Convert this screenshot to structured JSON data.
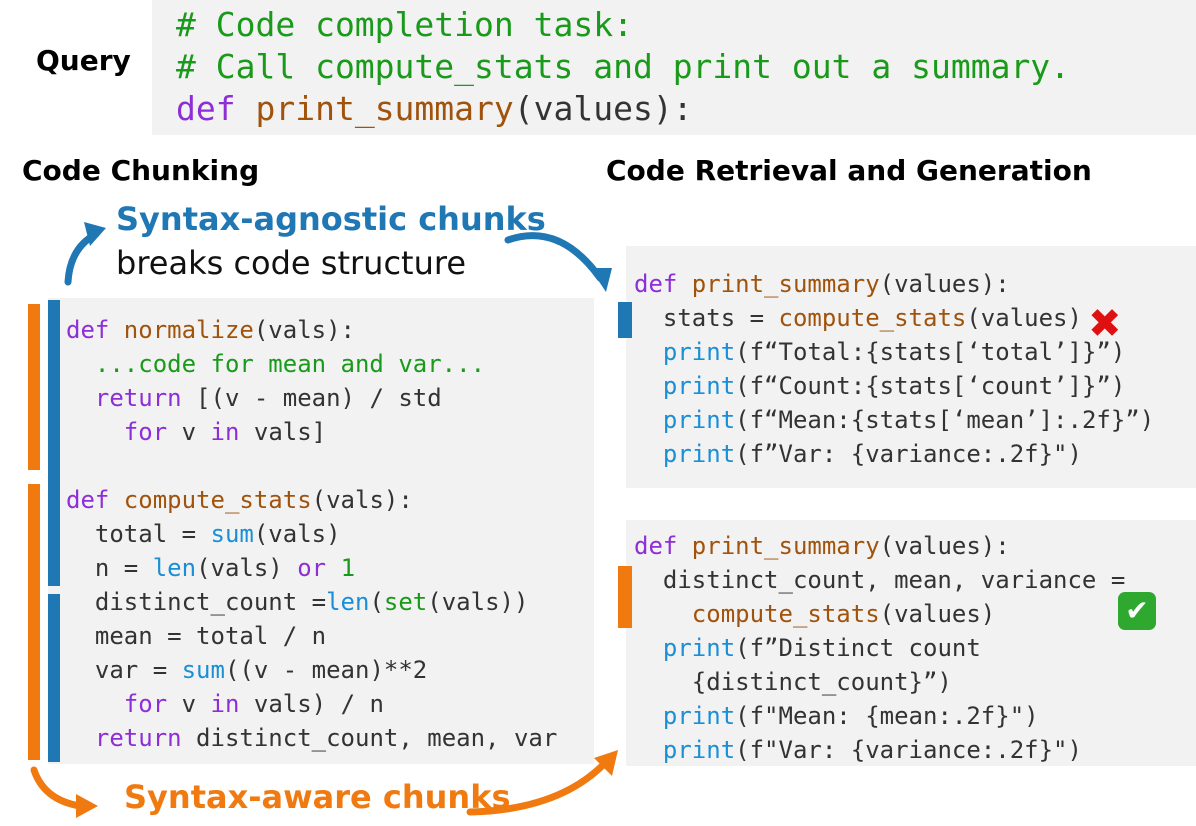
{
  "query": {
    "label": "Query",
    "lines": [
      [
        {
          "t": "# Code completion task:",
          "c": "cm"
        }
      ],
      [
        {
          "t": "# Call compute_stats and print out a summary.",
          "c": "cm"
        }
      ],
      [
        {
          "t": "def ",
          "c": "kw"
        },
        {
          "t": "print_summary",
          "c": "fn"
        },
        {
          "t": "(values):",
          "c": "tx"
        }
      ]
    ]
  },
  "chunking": {
    "heading": "Code Chunking",
    "agnostic_title": "Syntax-agnostic chunks",
    "agnostic_subtitle": "breaks code structure",
    "aware_title": "Syntax-aware chunks",
    "code_lines": [
      [
        {
          "t": "def ",
          "c": "kw"
        },
        {
          "t": "normalize",
          "c": "fn"
        },
        {
          "t": "(vals):",
          "c": "tx"
        }
      ],
      [
        {
          "t": "  ...code for mean and var...",
          "c": "cm"
        }
      ],
      [
        {
          "t": "  ",
          "c": "tx"
        },
        {
          "t": "return",
          "c": "kw"
        },
        {
          "t": " [(v - mean) / std",
          "c": "tx"
        }
      ],
      [
        {
          "t": "    ",
          "c": "tx"
        },
        {
          "t": "for",
          "c": "kw"
        },
        {
          "t": " v ",
          "c": "tx"
        },
        {
          "t": "in",
          "c": "kw"
        },
        {
          "t": " vals]",
          "c": "tx"
        }
      ],
      [],
      [
        {
          "t": "def ",
          "c": "kw"
        },
        {
          "t": "compute_stats",
          "c": "fn"
        },
        {
          "t": "(vals):",
          "c": "tx"
        }
      ],
      [
        {
          "t": "  total = ",
          "c": "tx"
        },
        {
          "t": "sum",
          "c": "bi"
        },
        {
          "t": "(vals)",
          "c": "tx"
        }
      ],
      [
        {
          "t": "  n = ",
          "c": "tx"
        },
        {
          "t": "len",
          "c": "bi"
        },
        {
          "t": "(vals) ",
          "c": "tx"
        },
        {
          "t": "or",
          "c": "kw"
        },
        {
          "t": " 1",
          "c": "nb"
        }
      ],
      [
        {
          "t": "  distinct_count =",
          "c": "tx"
        },
        {
          "t": "len",
          "c": "bi"
        },
        {
          "t": "(",
          "c": "tx"
        },
        {
          "t": "set",
          "c": "nb"
        },
        {
          "t": "(vals))",
          "c": "tx"
        }
      ],
      [
        {
          "t": "  mean = total / n",
          "c": "tx"
        }
      ],
      [
        {
          "t": "  var = ",
          "c": "tx"
        },
        {
          "t": "sum",
          "c": "bi"
        },
        {
          "t": "((v - mean)**2",
          "c": "tx"
        }
      ],
      [
        {
          "t": "    ",
          "c": "tx"
        },
        {
          "t": "for",
          "c": "kw"
        },
        {
          "t": " v ",
          "c": "tx"
        },
        {
          "t": "in",
          "c": "kw"
        },
        {
          "t": " vals) / n",
          "c": "tx"
        }
      ],
      [
        {
          "t": "  ",
          "c": "tx"
        },
        {
          "t": "return",
          "c": "kw"
        },
        {
          "t": " distinct_count, mean, var",
          "c": "tx"
        }
      ]
    ]
  },
  "retrieval": {
    "heading": "Code Retrieval and Generation",
    "bad_example_lines": [
      [
        {
          "t": "def ",
          "c": "kw"
        },
        {
          "t": "print_summary",
          "c": "fn"
        },
        {
          "t": "(values):",
          "c": "tx"
        }
      ],
      [
        {
          "t": "  stats = ",
          "c": "tx"
        },
        {
          "t": "compute_stats",
          "c": "fn"
        },
        {
          "t": "(values)",
          "c": "tx"
        }
      ],
      [
        {
          "t": "  ",
          "c": "tx"
        },
        {
          "t": "print",
          "c": "bi"
        },
        {
          "t": "(f“Total:{stats[‘total’]}”)",
          "c": "tx"
        }
      ],
      [
        {
          "t": "  ",
          "c": "tx"
        },
        {
          "t": "print",
          "c": "bi"
        },
        {
          "t": "(f“Count:{stats[‘count’]}”)",
          "c": "tx"
        }
      ],
      [
        {
          "t": "  ",
          "c": "tx"
        },
        {
          "t": "print",
          "c": "bi"
        },
        {
          "t": "(f“Mean:{stats[‘mean’]:.2f}”)",
          "c": "tx"
        }
      ],
      [
        {
          "t": "  ",
          "c": "tx"
        },
        {
          "t": "print",
          "c": "bi"
        },
        {
          "t": "(f”Var: {variance:.2f}\")",
          "c": "tx"
        }
      ]
    ],
    "good_example_lines": [
      [
        {
          "t": "def ",
          "c": "kw"
        },
        {
          "t": "print_summary",
          "c": "fn"
        },
        {
          "t": "(values):",
          "c": "tx"
        }
      ],
      [
        {
          "t": "  distinct_count, mean, variance =",
          "c": "tx"
        }
      ],
      [
        {
          "t": "    ",
          "c": "tx"
        },
        {
          "t": "compute_stats",
          "c": "fn"
        },
        {
          "t": "(values)",
          "c": "tx"
        }
      ],
      [
        {
          "t": "  ",
          "c": "tx"
        },
        {
          "t": "print",
          "c": "bi"
        },
        {
          "t": "(f”Distinct count",
          "c": "tx"
        }
      ],
      [
        {
          "t": "    {distinct_count}”)",
          "c": "tx"
        }
      ],
      [
        {
          "t": "  ",
          "c": "tx"
        },
        {
          "t": "print",
          "c": "bi"
        },
        {
          "t": "(f\"Mean: {mean:.2f}\")",
          "c": "tx"
        }
      ],
      [
        {
          "t": "  ",
          "c": "tx"
        },
        {
          "t": "print",
          "c": "bi"
        },
        {
          "t": "(f\"Var: {variance:.2f}\")",
          "c": "tx"
        }
      ]
    ],
    "bad_mark": "✖",
    "good_mark": "✔"
  },
  "colors": {
    "agnostic": "#1f77b4",
    "aware": "#f07a10",
    "keyword": "#8e2ed6",
    "function": "#a0530c",
    "builtin": "#1a8fd6",
    "comment": "#1a9a1a",
    "panel": "#f2f2f2",
    "bad": "#e01010",
    "good": "#2ea82e"
  }
}
